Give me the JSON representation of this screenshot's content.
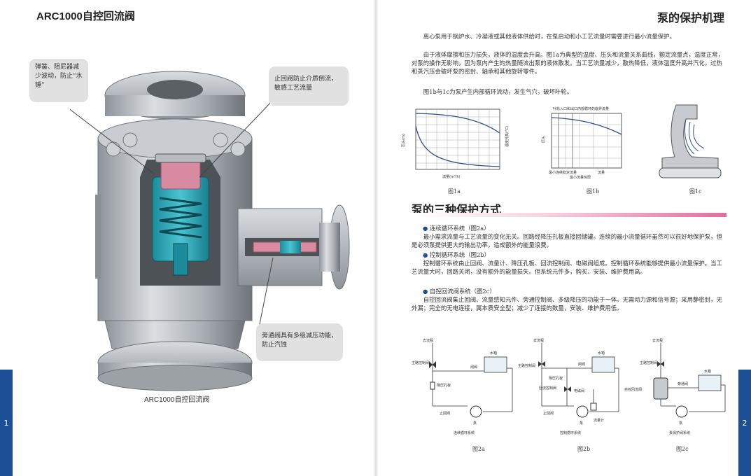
{
  "left_page": {
    "product_title": "ARC1000自控回流阀",
    "caption": "ARC1000自控回流阀",
    "page_number": "1",
    "callouts": {
      "spring": "弹簧、阻尼器减少波动，防止“水锤”",
      "check": "止回阀防止介质倒流，敏感工艺流量",
      "bypass": "旁通阀具有多级减压功能，防止汽蚀"
    }
  },
  "right_page": {
    "page_number": "2",
    "mechanism_title": "泵的保护机理",
    "mechanism_paragraphs": [
      "离心泵用于锅炉水、冷凝液或其他液体供给时，在泵启动和小工艺流量时需要进行最小流量保护。",
      "由于液体摩擦和压力损失，液体的温度会升高。图1a为典型的温度、压头和流量关系曲线，额定流量点，温度正常，对泵的操作无影响，因为泵内产生的热量随流出泵的液体散发。当工艺流量减少，散热降低，液体温度升高并汽化，过热和蒸汽压会破坏泵的密封、轴承和其他旋转零件。",
      "图1b与1c为泵产生内部循环流动，发生气穴，破坏叶轮。"
    ],
    "fig1": {
      "labels": [
        "图1a",
        "图1b",
        "图1c"
      ],
      "fig1a_xlabel": "流量(m³/h)",
      "fig1a_ylabel_left": "压头(m)",
      "fig1a_ylabel_right": "温度升高(°C)",
      "fig1b_ylabel": "压头",
      "fig1b_top_label": "叶轮入口和出口内部循环的临界流量",
      "fig1b_bottom_labels": [
        "最小连续稳定流量",
        "最小流量热限",
        "流量"
      ]
    },
    "methods_title": "泵的三种保护方式",
    "methods": [
      {
        "heading": "连续循环系统（图2a）",
        "text": "最小需求流量与工艺流量的变化无关。回路经降压孔板直接回储罐。连续的最小流量循环虽然可以很好地保护泵，但是必须泵提供更大的输出功率，造成额外的能量浪费。"
      },
      {
        "heading": "控制循环系统（图2b）",
        "text": "控制循环系统由止回阀、流量计、降压孔板、回流控制阀、电磁阀组成。控制循环系统能够提供最小流量保护。当工艺流量大时，回路关闭，没有额外的能量损失。但系统元件多，购买、安装、维护费用高。"
      },
      {
        "heading": "自控回流阀系统（图2c）",
        "text": "自控回流阀集止回阀、流量感知元件、旁通控制阀、多级降压的功能于一体。无需动力源和信号源；采用静密封，无外漏；完全的无电连接，属本质安全型；减少了连接的数量，安装、维护费用低。"
      }
    ],
    "fig2": {
      "labels": [
        "图2a",
        "图2b",
        "图2c"
      ],
      "fig2a": {
        "process": "去流程",
        "main_valve": "主路控制阀",
        "orifice": "降压孔板",
        "check_valve": "止回阀",
        "tank": "水箱",
        "gate_valve": "闸阀",
        "pump": "泵",
        "system": "连续循环系统"
      },
      "fig2b": {
        "process": "去流程",
        "main_valve": "主路控制阀",
        "orifice": "降压孔板",
        "return_valve": "回流控制阀",
        "solenoid": "电磁阀",
        "check_valve": "止回阀",
        "flowmeter": "流量计",
        "tank": "水箱",
        "gate_valve": "闸阀",
        "pump": "泵",
        "system": "控制循环系统"
      },
      "fig2c": {
        "process": "去流程",
        "main_valve": "主路控制阀",
        "arc_valve": "自控回流阀",
        "tank": "水箱",
        "bypass": "旁通阀",
        "pump": "泵",
        "system": "泵保护阀系统"
      }
    }
  },
  "colors": {
    "brand_blue": "#1d4f96",
    "valve_teal": "#27a6b8",
    "pink_part": "#d88aa0",
    "steel": "#b8bcc0"
  }
}
